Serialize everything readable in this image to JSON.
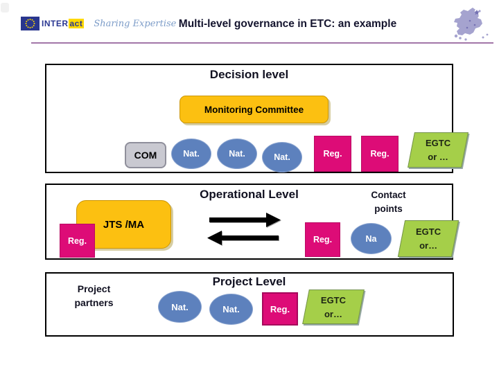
{
  "header": {
    "logo": {
      "interact_inter": "INTER",
      "interact_act": "act",
      "tagline": "Sharing Expertise"
    },
    "title": "Multi-level governance in ETC: an example"
  },
  "levels": {
    "decision": {
      "title": "Decision level",
      "monitoring_committee": "Monitoring Committee",
      "com": "COM",
      "nat_a": "Nat.",
      "nat_b": "Nat.",
      "nat_c": "Nat.",
      "reg_a": "Reg.",
      "reg_b": "Reg.",
      "egtc_line1": "EGTC",
      "egtc_line2": "or …"
    },
    "operational": {
      "title": "Operational Level",
      "contact_line1": "Contact",
      "contact_line2": "points",
      "jts_ma": "JTS /MA",
      "reg_left": "Reg.",
      "reg_right": "Reg.",
      "na": "Na",
      "egtc_line1": "EGTC",
      "egtc_line2": "or…"
    },
    "project": {
      "title": "Project Level",
      "partners_line1": "Project",
      "partners_line2": "partners",
      "nat_a": "Nat.",
      "nat_b": "Nat.",
      "reg": "Reg.",
      "egtc_line1": "EGTC",
      "egtc_line2": "or…"
    }
  },
  "colors": {
    "accent_yellow": "#fcc011",
    "accent_blue": "#5d81bd",
    "accent_magenta": "#dd0c77",
    "accent_green": "#a5cf49",
    "accent_gray": "#c9c9d1",
    "header_rule": "#a276a8"
  }
}
